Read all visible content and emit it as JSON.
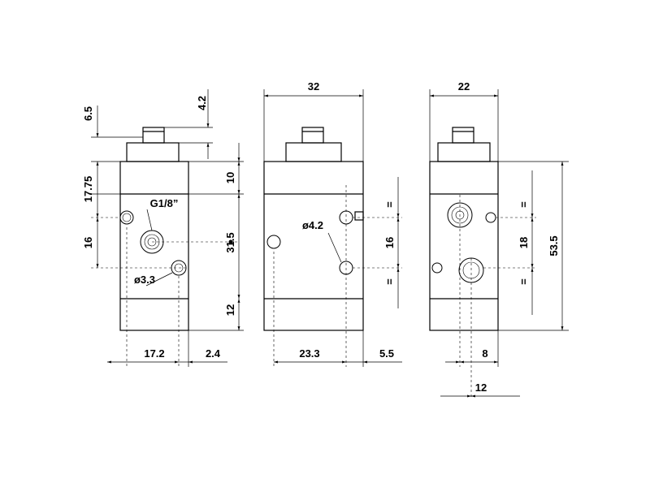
{
  "dimensions": {
    "left_view": {
      "d6_5": "6.5",
      "d4_2": "4.2",
      "d17_75": "17.75",
      "d16": "16",
      "d17_2": "17.2",
      "d2_4": "2.4",
      "port": "G1/8”",
      "hole": "ø3.3"
    },
    "center_view": {
      "d32": "32",
      "d10": "10",
      "d31_5": "31.5",
      "d12": "12",
      "d23_3": "23.3",
      "d5_5": "5.5",
      "d16": "16",
      "eq_top": "=",
      "eq_bottom": "=",
      "hole": "ø4.2"
    },
    "right_view": {
      "d22": "22",
      "d18": "18",
      "d53_5": "53.5",
      "d8": "8",
      "d12": "12",
      "eq_top": "=",
      "eq_bottom": "="
    }
  }
}
